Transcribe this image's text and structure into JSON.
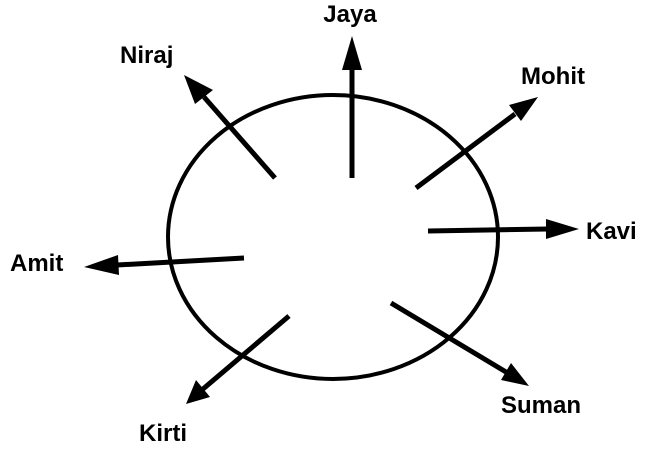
{
  "diagram": {
    "people": [
      {
        "name": "Jaya"
      },
      {
        "name": "Mohit"
      },
      {
        "name": "Kavi"
      },
      {
        "name": "Suman"
      },
      {
        "name": "Kirti"
      },
      {
        "name": "Amit"
      },
      {
        "name": "Niraj"
      }
    ],
    "colors": {
      "stroke": "#000000",
      "background": "#ffffff"
    }
  }
}
